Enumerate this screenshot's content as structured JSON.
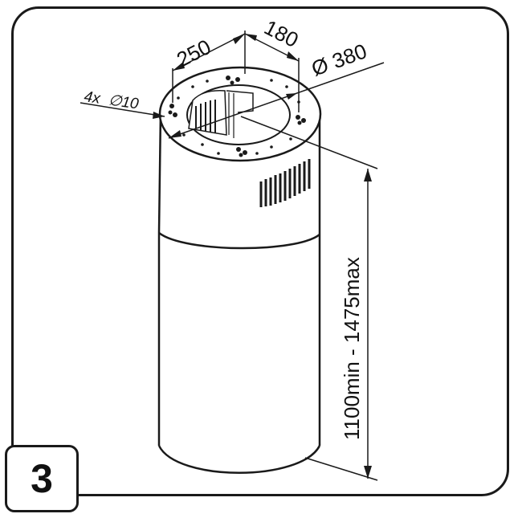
{
  "step": {
    "number": "3"
  },
  "dimensions": {
    "width_a": "250",
    "width_b": "180",
    "diameter": "Ø 380",
    "holes": "4x  ∅10",
    "height": "1100min - 1475max"
  },
  "colors": {
    "line": "#1a1a1a",
    "background": "#ffffff"
  }
}
